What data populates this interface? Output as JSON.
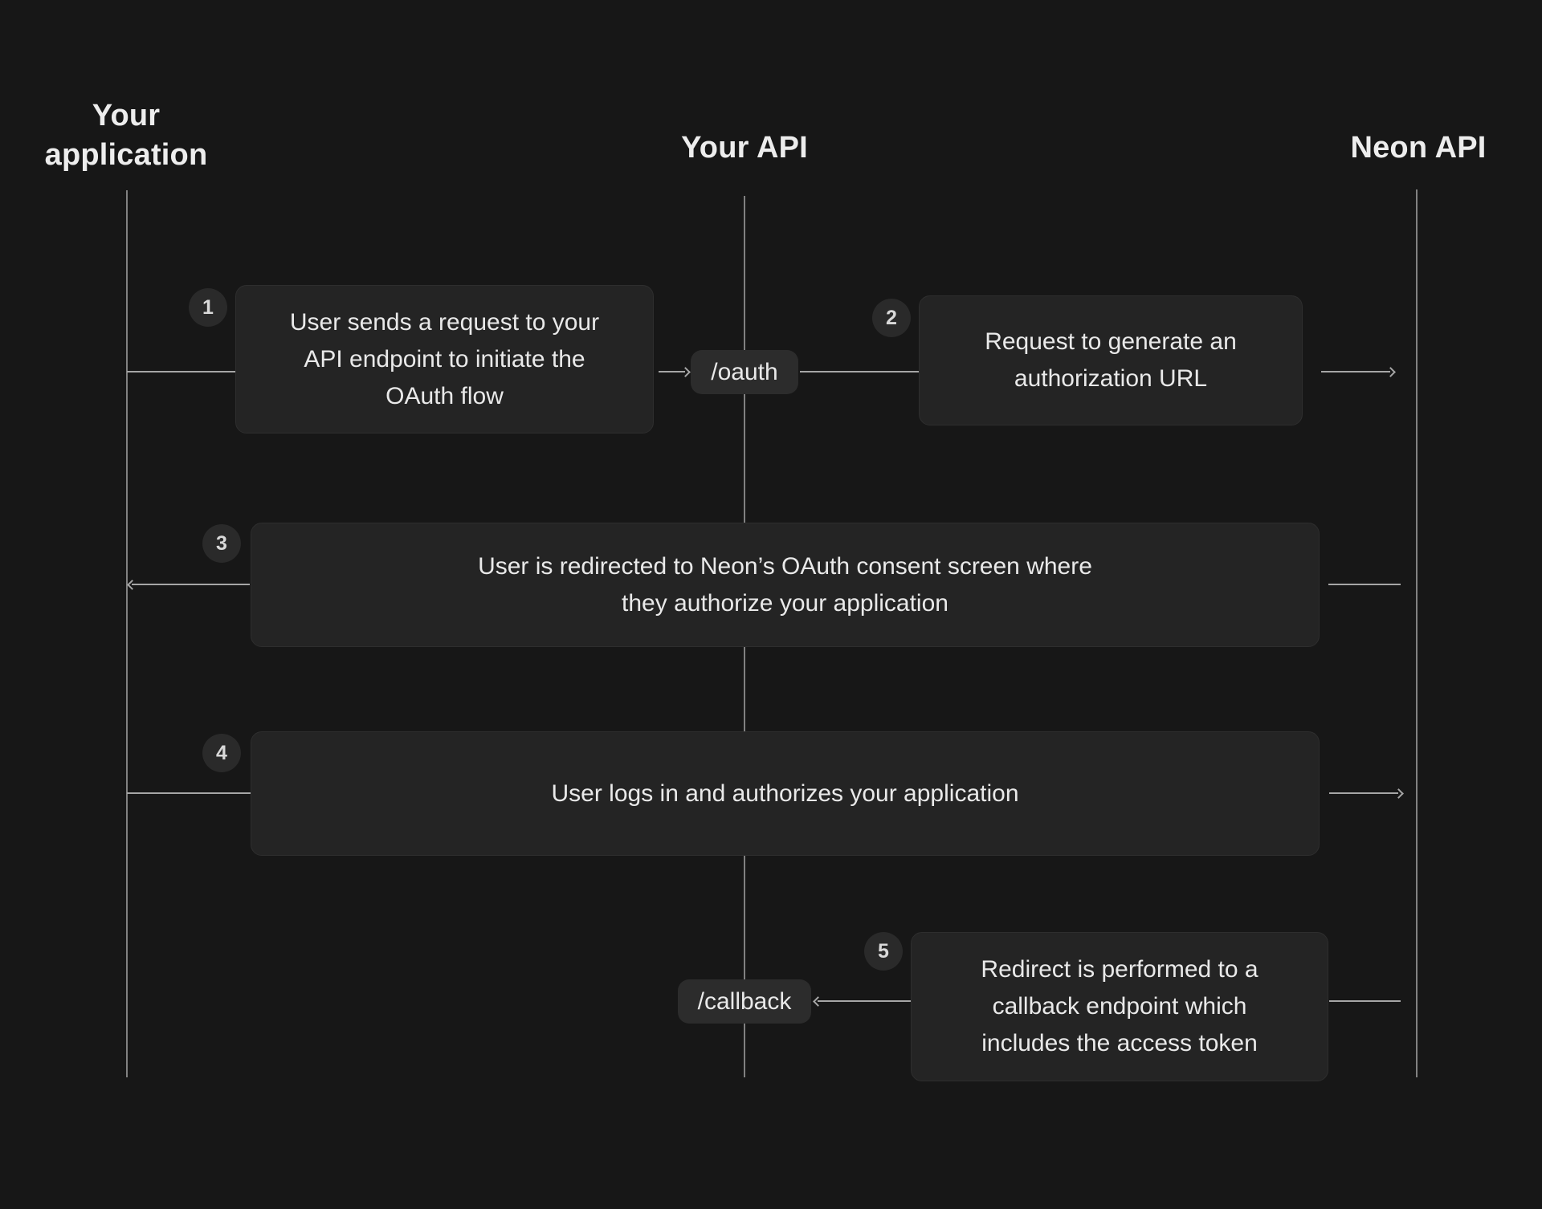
{
  "diagram": {
    "lanes": {
      "left": {
        "title": "Your\napplication"
      },
      "center": {
        "title": "Your API"
      },
      "right": {
        "title": "Neon API"
      }
    },
    "steps": [
      {
        "number": "1",
        "text": "User sends a request to your\nAPI endpoint to initiate the\nOAuth flow"
      },
      {
        "number": "2",
        "text": "Request to generate an\nauthorization URL"
      },
      {
        "number": "3",
        "text": "User is redirected to Neon’s OAuth consent screen where\nthey authorize your application"
      },
      {
        "number": "4",
        "text": "User logs in and authorizes your application"
      },
      {
        "number": "5",
        "text": "Redirect is performed to a\ncallback endpoint which\nincludes the access token"
      }
    ],
    "endpoints": {
      "oauth": {
        "label": "/oauth"
      },
      "callback": {
        "label": "/callback"
      }
    },
    "colors": {
      "bg": "#171717",
      "box": "#242424",
      "box-border": "#2e2e2e",
      "chip": "#2c2c2c",
      "circle": "#2a2a2a",
      "line": "#a6a6a6",
      "lifeline": "#818181",
      "text": "#e9e9e9",
      "title": "#ededed",
      "number": "#d9d9d9"
    }
  }
}
